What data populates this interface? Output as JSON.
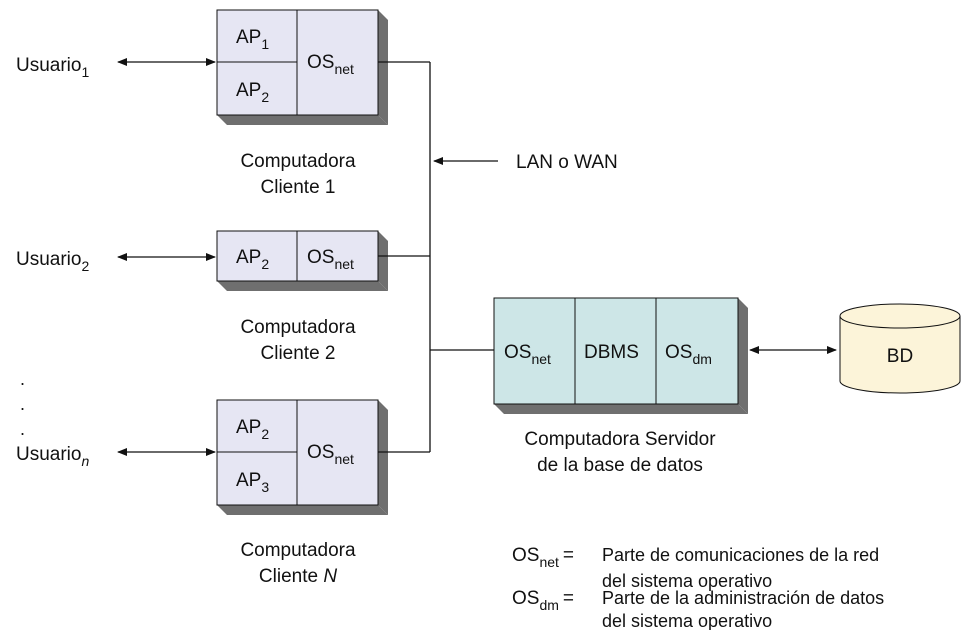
{
  "users": [
    {
      "base": "Usuario",
      "sub": "1"
    },
    {
      "base": "Usuario",
      "sub": "2"
    },
    {
      "base": "Usuario",
      "sub": "n"
    }
  ],
  "dots": ".",
  "clients": [
    {
      "apps": [
        {
          "base": "AP",
          "sub": "1"
        },
        {
          "base": "AP",
          "sub": "2"
        }
      ],
      "os": {
        "base": "OS",
        "sub": "net"
      },
      "caption_line1": "Computadora",
      "caption_line2": "Cliente 1"
    },
    {
      "apps": [
        {
          "base": "AP",
          "sub": "2"
        }
      ],
      "os": {
        "base": "OS",
        "sub": "net"
      },
      "caption_line1": "Computadora",
      "caption_line2": "Cliente 2"
    },
    {
      "apps": [
        {
          "base": "AP",
          "sub": "2"
        },
        {
          "base": "AP",
          "sub": "3"
        }
      ],
      "os": {
        "base": "OS",
        "sub": "net"
      },
      "caption_line1": "Computadora",
      "caption_line2_prefix": "Cliente ",
      "caption_line2_italic": "N"
    }
  ],
  "network_label": "LAN o WAN",
  "server": {
    "cells": [
      {
        "base": "OS",
        "sub": "net"
      },
      {
        "base": "DBMS",
        "sub": ""
      },
      {
        "base": "OS",
        "sub": "dm"
      }
    ],
    "caption_line1": "Computadora Servidor",
    "caption_line2": "de la base de datos"
  },
  "database": {
    "label": "BD"
  },
  "legend": [
    {
      "base": "OS",
      "sub": "net",
      "eq": "=",
      "line1": "Parte de comunicaciones de la red",
      "line2": "del sistema operativo"
    },
    {
      "base": "OS",
      "sub": "dm",
      "eq": "=",
      "line1": "Parte de la administración de datos",
      "line2": "del sistema operativo"
    }
  ],
  "colors": {
    "client_fill": "#e6e6f3",
    "server_fill": "#cde6e7",
    "shadow": "#6f6f6f",
    "db_fill": "#fcf4d9",
    "line": "#111111"
  }
}
